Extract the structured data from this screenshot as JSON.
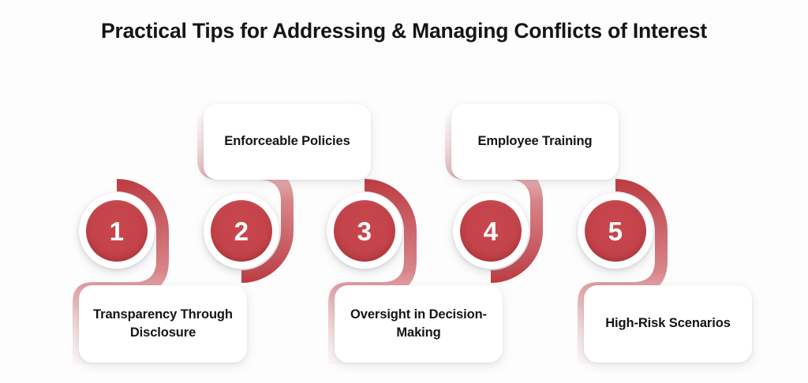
{
  "page": {
    "title": "Practical Tips for Addressing & Managing Conflicts of Interest",
    "background_color": "#fdfdfd",
    "accent_color": "#c4434a",
    "text_color": "#151515"
  },
  "steps": [
    {
      "number": "1",
      "label": "Transparency Through Disclosure",
      "position": "bottom"
    },
    {
      "number": "2",
      "label": "Enforceable Policies",
      "position": "top"
    },
    {
      "number": "3",
      "label": "Oversight in Decision-Making",
      "position": "bottom"
    },
    {
      "number": "4",
      "label": "Employee Training",
      "position": "top"
    },
    {
      "number": "5",
      "label": "High-Risk Scenarios",
      "position": "bottom"
    }
  ]
}
